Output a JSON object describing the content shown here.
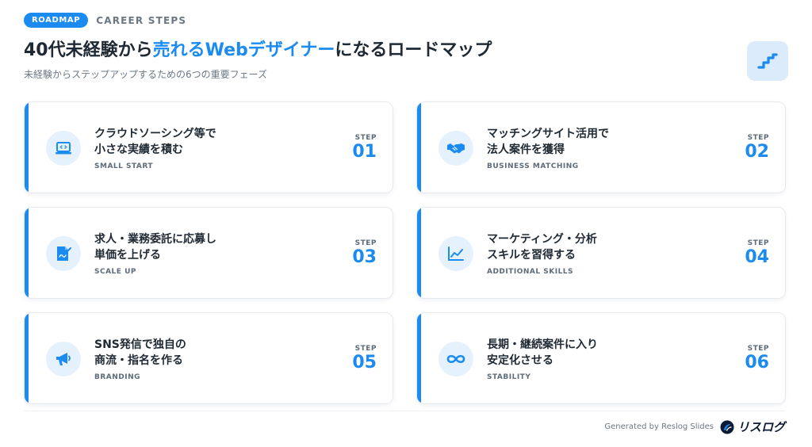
{
  "header": {
    "badge": "ROADMAP",
    "eyebrow": "CAREER STEPS",
    "title_pre": "40代未経験から",
    "title_hl": "売れるWebデザイナー",
    "title_post": "になるロードマップ",
    "subtitle": "未経験からステップアップするための6つの重要フェーズ",
    "icon": "stairs-icon"
  },
  "steps": [
    {
      "title_l1": "クラウドソーシング等で",
      "title_l2": "小さな実績を積む",
      "en": "SMALL START",
      "step_label": "STEP",
      "num": "01",
      "icon": "laptop-code-icon"
    },
    {
      "title_l1": "マッチングサイト活用で",
      "title_l2": "法人案件を獲得",
      "en": "BUSINESS MATCHING",
      "step_label": "STEP",
      "num": "02",
      "icon": "handshake-icon"
    },
    {
      "title_l1": "求人・業務委託に応募し",
      "title_l2": "単価を上げる",
      "en": "SCALE UP",
      "step_label": "STEP",
      "num": "03",
      "icon": "contract-icon"
    },
    {
      "title_l1": "マーケティング・分析",
      "title_l2": "スキルを習得する",
      "en": "ADDITIONAL SKILLS",
      "step_label": "STEP",
      "num": "04",
      "icon": "line-chart-icon"
    },
    {
      "title_l1": "SNS発信で独自の",
      "title_l2": "商流・指名を作る",
      "en": "BRANDING",
      "step_label": "STEP",
      "num": "05",
      "icon": "megaphone-icon"
    },
    {
      "title_l1": "長期・継続案件に入り",
      "title_l2": "安定化させる",
      "en": "STABILITY",
      "step_label": "STEP",
      "num": "06",
      "icon": "infinity-icon"
    }
  ],
  "footer": {
    "generated": "Generated by Reslog Slides",
    "brand": "リスログ"
  },
  "colors": {
    "accent": "#1b8bf0",
    "icon_bg": "#e5f1fd",
    "text": "#1f2933",
    "muted": "#6b7785"
  }
}
